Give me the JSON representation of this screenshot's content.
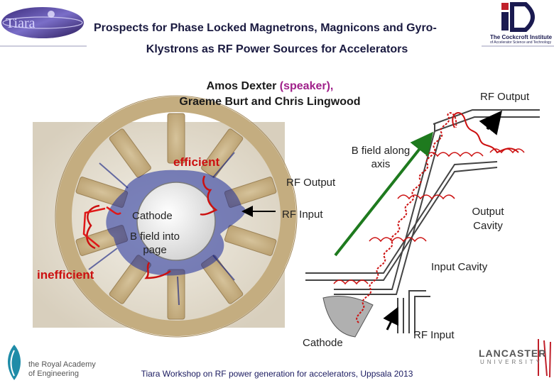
{
  "header": {
    "title_line1": "Prospects for Phase Locked Magnetrons, Magnicons and Gyro-",
    "title_line2": "Klystrons as RF Power Sources for Accelerators",
    "logo_left_text": "Tiara",
    "logo_right_text_1": "The Cockcroft Institute",
    "logo_right_text_2": "of Accelerator Science and Technology"
  },
  "authors": {
    "name1": "Amos Dexter",
    "speaker_tag": "(speaker),",
    "line2": "Graeme Burt and Chris Lingwood"
  },
  "magnetron": {
    "efficient": "efficient",
    "inefficient": "inefficient",
    "cathode": "Cathode",
    "b_field_line1": "B field into",
    "b_field_line2": "page",
    "rf_output": "RF Output",
    "rf_input": "RF Input"
  },
  "klystron": {
    "rf_output": "RF Output",
    "b_field_line1": "B field along",
    "b_field_line2": "axis",
    "output_cavity_line1": "Output",
    "output_cavity_line2": "Cavity",
    "input_cavity": "Input Cavity",
    "cathode": "Cathode",
    "rf_input": "RF Input"
  },
  "footer": {
    "text": "Tiara Workshop on RF power generation for accelerators, Uppsala  2013",
    "logo_left_text_1": "the Royal Academy",
    "logo_left_text_2": "of Engineering",
    "logo_right_text_1": "LANCASTER",
    "logo_right_text_2": "UNIVERSITY"
  },
  "colors": {
    "red_label": "#cc1010",
    "speaker": "#a0208a",
    "green_arrow": "#1e7a1e"
  }
}
